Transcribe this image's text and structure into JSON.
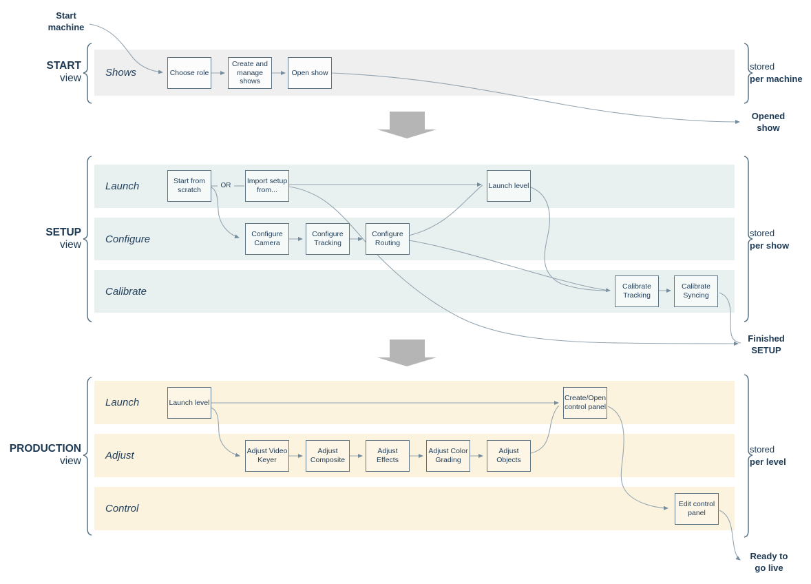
{
  "sections": [
    {
      "id": "start",
      "view_title": "START",
      "view_subtitle": "view",
      "stored_prefix": "stored",
      "stored_scope": "per machine",
      "lanes": [
        {
          "label": "Shows",
          "boxes": [
            "Choose role",
            "Create and manage shows",
            "Open show"
          ]
        }
      ]
    },
    {
      "id": "setup",
      "view_title": "SETUP",
      "view_subtitle": "view",
      "stored_prefix": "stored",
      "stored_scope": "per show",
      "or_label": "OR",
      "lanes": [
        {
          "label": "Launch",
          "boxes": [
            "Start from scratch",
            "Import setup from...",
            "Launch level"
          ]
        },
        {
          "label": "Configure",
          "boxes": [
            "Configure Camera",
            "Configure Tracking",
            "Configure Routing"
          ]
        },
        {
          "label": "Calibrate",
          "boxes": [
            "Calibrate Tracking",
            "Calibrate Syncing"
          ]
        }
      ]
    },
    {
      "id": "production",
      "view_title": "PRODUCTION",
      "view_subtitle": "view",
      "stored_prefix": "stored",
      "stored_scope": "per level",
      "lanes": [
        {
          "label": "Launch",
          "boxes": [
            "Launch level",
            "Create/Open control panel"
          ]
        },
        {
          "label": "Adjust",
          "boxes": [
            "Adjust Video Keyer",
            "Adjust Composite",
            "Adjust Effects",
            "Adjust Color Grading",
            "Adjust Objects"
          ]
        },
        {
          "label": "Control",
          "boxes": [
            "Edit control panel"
          ]
        }
      ]
    }
  ],
  "annotations": {
    "start_machine": [
      "Start",
      "machine"
    ],
    "opened_show": [
      "Opened",
      "show"
    ],
    "finished_setup": [
      "Finished",
      "SETUP"
    ],
    "ready_to_go_live": [
      "Ready to",
      "go live"
    ]
  },
  "colors": {
    "text_navy": "#1d3a56",
    "lane_start": "#f0efef",
    "lane_setup": "#e8f1f0",
    "lane_production": "#fcf3df",
    "box_border": "#5d7484",
    "connector": "#93a4b0",
    "arrowhead": "#758c9d",
    "bracket": "#4d6a7e",
    "section_arrow": "#b5b5b5"
  }
}
